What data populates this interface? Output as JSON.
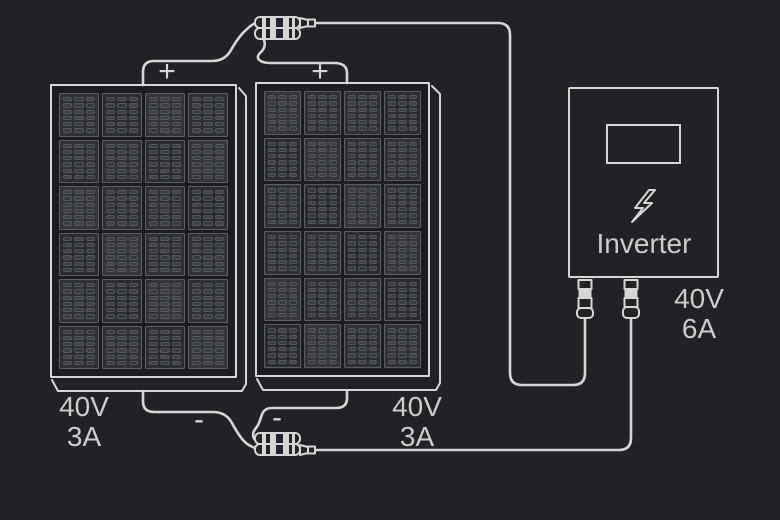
{
  "colors": {
    "background": "#212226",
    "line": "#d6d6d6",
    "text": "#cccccc",
    "panel_bg": "#1c1d20",
    "cell_bg": "#2f3134",
    "cell_border": "#5b5e63",
    "bar_fill": "#3a3d41",
    "bar_border": "#54575c",
    "connector_fill": "#232428"
  },
  "panels": [
    {
      "voltage": "40V",
      "current": "3A",
      "positive_label": "+",
      "negative_label": "-"
    },
    {
      "voltage": "40V",
      "current": "3A",
      "positive_label": "+",
      "negative_label": "-"
    }
  ],
  "inverter": {
    "label": "Inverter",
    "voltage": "40V",
    "current": "6A"
  },
  "panel_grid": {
    "cell_rows": 6,
    "cell_cols": 4,
    "bar_rows": 6,
    "bar_cols": 3
  }
}
